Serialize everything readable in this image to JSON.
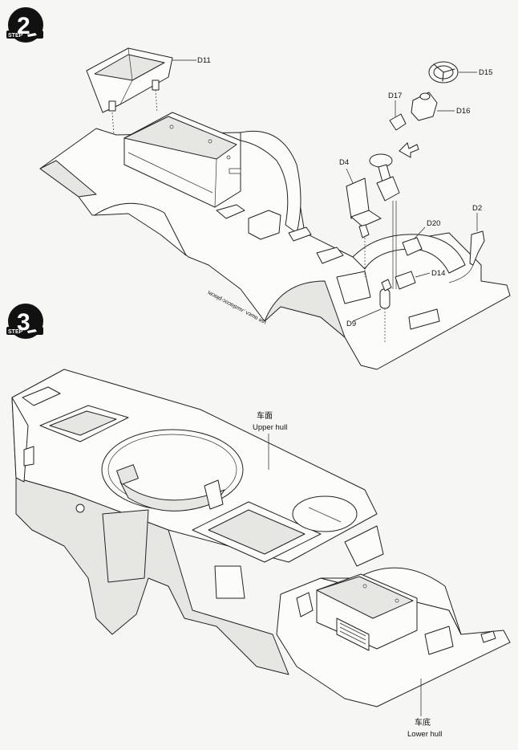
{
  "steps": [
    {
      "id": "step-2",
      "badge_text": "STEP",
      "number": "2"
    },
    {
      "id": "step-3",
      "badge_text": "STEP",
      "number": "3"
    }
  ],
  "step2_parts": {
    "d11": "D11",
    "d15": "D15",
    "d17": "D17",
    "d16": "D16",
    "d4": "D4",
    "d2": "D2",
    "d20": "D20",
    "d14": "D14",
    "d9": "D9"
  },
  "hull_code": "ɹɘɔɒlq-ɔoɔɒʇɪɯʌ, ʌɜɯɒ ɘƨɹ",
  "step3_labels": {
    "upper_hull_cn": "车面",
    "upper_hull_en": "Upper hull",
    "lower_hull_cn": "车底",
    "lower_hull_en": "Lower hull"
  }
}
